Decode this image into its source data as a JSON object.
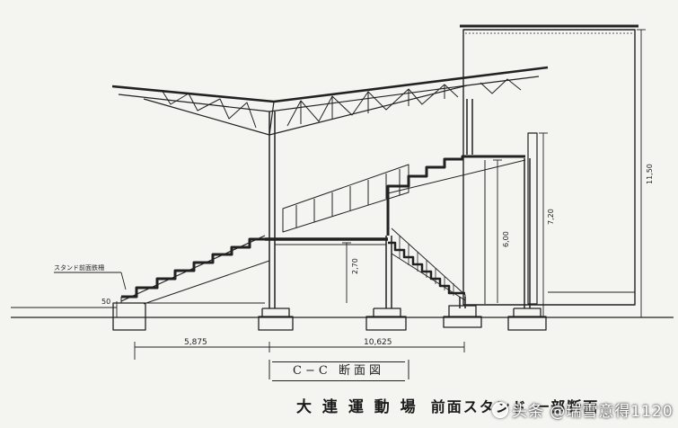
{
  "annotations": {
    "railing_label": "スタンド前面鉄柵",
    "level_50": "50",
    "dim_11_50": "11,50",
    "dim_7_20": "7,20",
    "dim_6_00": "6,00",
    "dim_2_70": "2,70",
    "dim_5875": "5,875",
    "dim_10625": "10,625"
  },
  "caption": "C−C 断面図",
  "title": {
    "main": "大 連 運 動 場",
    "sub": "前面スタンド 一部断面"
  },
  "watermark": "头条 @瑞雪意得1120",
  "colors": {
    "ink": "#222222",
    "paper": "#f4f4f1"
  }
}
